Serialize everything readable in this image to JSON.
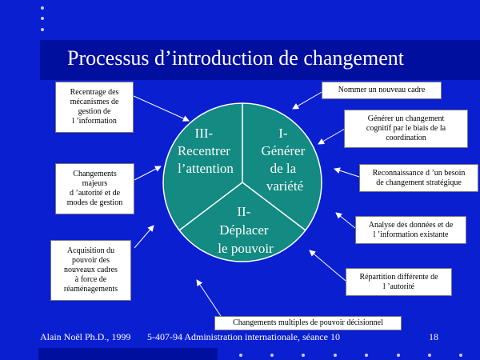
{
  "title": "Processus d’introduction de changement",
  "segments": {
    "left": [
      "III-",
      "Recentrer",
      "l’attention"
    ],
    "right": [
      "I-",
      "Générer",
      "de la",
      "variété"
    ],
    "bottom": [
      "II-",
      "Déplacer",
      "le pouvoir"
    ]
  },
  "boxes": {
    "recentrage": [
      "Recentrage des",
      "mécanismes de",
      "gestion de",
      "l ’information"
    ],
    "changements_majeurs": [
      "Changements",
      "majeurs",
      "d ’autorité et de",
      "modes de gestion"
    ],
    "acquisition": [
      "Acquisition du",
      "pouvoir des",
      "nouveaux cadres",
      "à force de",
      "réaménagements"
    ],
    "nommer": [
      "Nommer un nouveau cadre"
    ],
    "generer": [
      "Générer un changement",
      "cognitif par le biais de la",
      "coordination"
    ],
    "reconnaissance": [
      "Reconnaissance d ’un besoin",
      "de changement stratégique"
    ],
    "analyse": [
      "Analyse des données et de",
      "l ’information existante"
    ],
    "repartition": [
      "Répartition différente de",
      "l ’autorité"
    ],
    "changements_multiples": [
      "Changements multiples de pouvoir décisionnel"
    ]
  },
  "footer": {
    "author": "Alain Noël Ph.D., 1999",
    "course": "5-407-94 Administration internationale, séance 10",
    "page": "18"
  },
  "colors": {
    "background": "#0a1fcf",
    "title_bar": "#000f9e",
    "circle_fill": "#138a82"
  }
}
